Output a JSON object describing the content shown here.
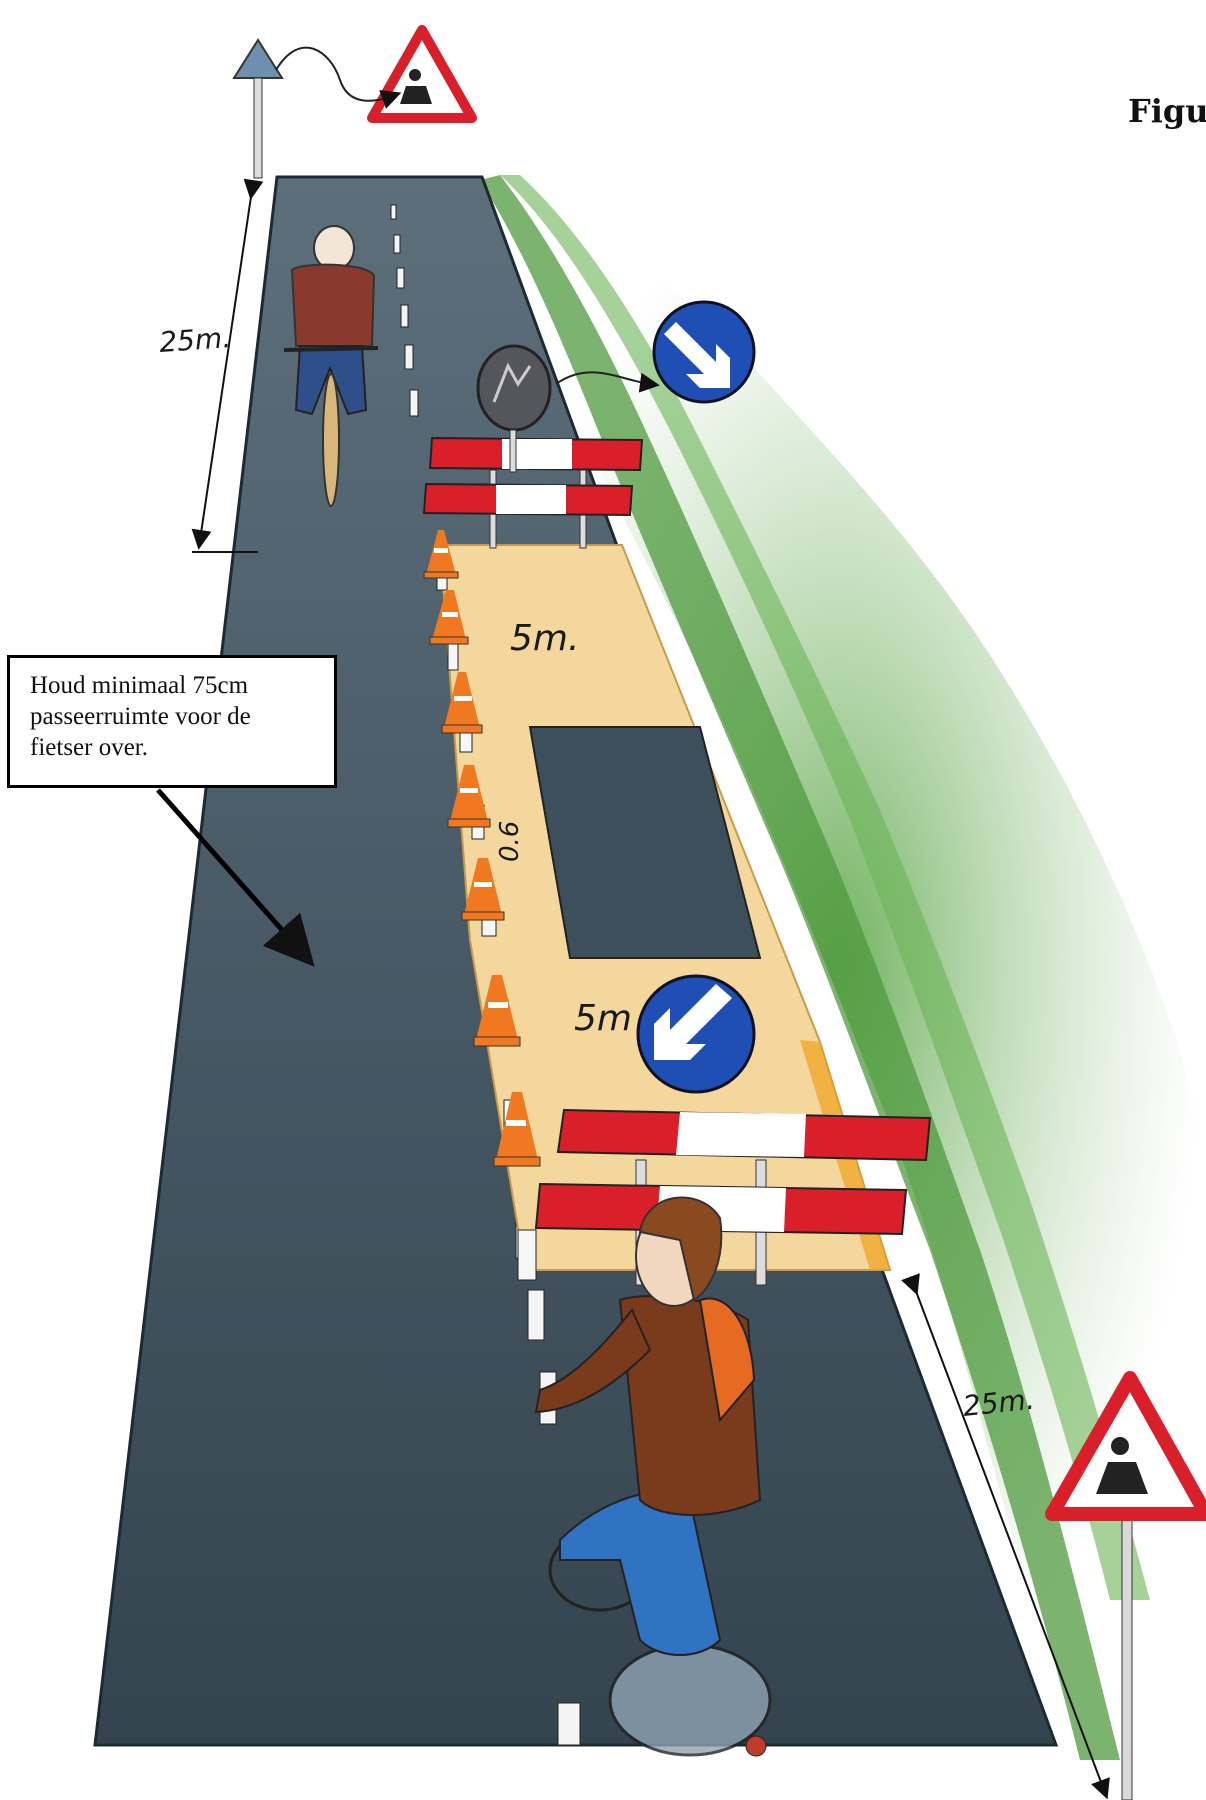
{
  "figure": {
    "heading": "Figu"
  },
  "callout": {
    "text": "Houd minimaal 75cm\npasseerruimte voor de\nfietser over."
  },
  "dimensions": {
    "top_distance": "25m.",
    "bottom_distance": "25m.",
    "zone_length_top": "5m.",
    "zone_length_bottom": "5m",
    "middle_marker": "0.6"
  },
  "colors": {
    "road": "#3f5664",
    "work_zone": "#f3d79c",
    "grass": "#5fa84a",
    "barrier_red": "#d81f2a",
    "sign_blue": "#1f4fb5"
  },
  "icons": {
    "top_warning_sign": "roadworks-warning-icon",
    "top_keep_right_sign": "keep-right-icon",
    "bottom_keep_left_sign": "keep-left-icon",
    "bottom_warning_sign": "roadworks-warning-icon"
  }
}
